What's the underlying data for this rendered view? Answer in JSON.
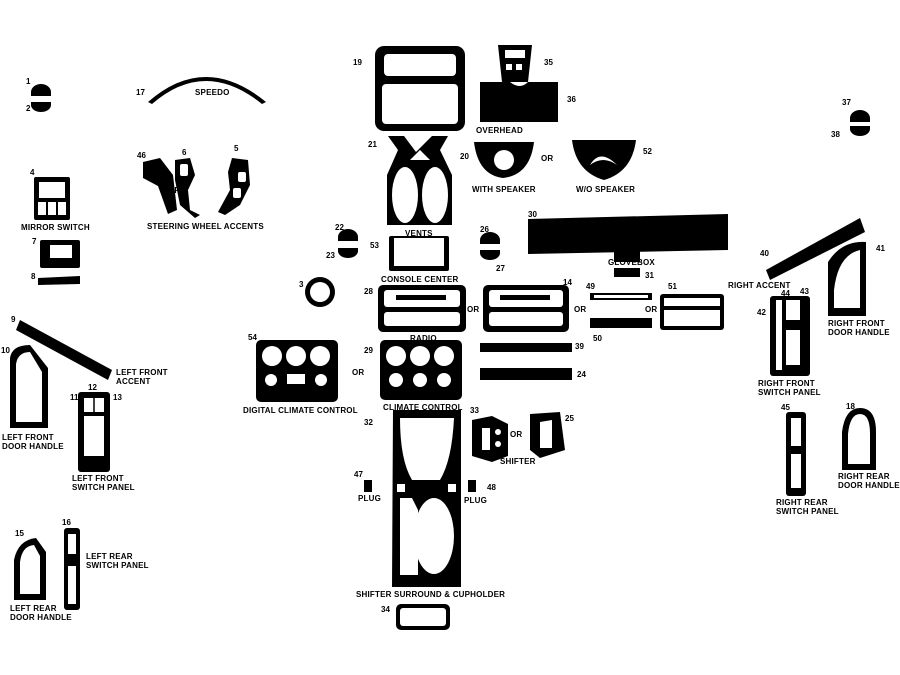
{
  "colors": {
    "part": "#000000",
    "background": "#ffffff",
    "cutout": "#ffffff"
  },
  "part_numbers": [
    "1",
    "2",
    "3",
    "4",
    "5",
    "6",
    "7",
    "8",
    "9",
    "10",
    "11",
    "12",
    "13",
    "14",
    "15",
    "16",
    "17",
    "18",
    "19",
    "20",
    "21",
    "22",
    "23",
    "24",
    "25",
    "26",
    "27",
    "28",
    "29",
    "30",
    "31",
    "32",
    "33",
    "34",
    "35",
    "36",
    "37",
    "38",
    "39",
    "40",
    "41",
    "42",
    "43",
    "44",
    "45",
    "46",
    "47",
    "48",
    "49",
    "50",
    "51",
    "52",
    "53",
    "54"
  ],
  "labels": {
    "speedo": "SPEEDO",
    "mirror_switch": "MIRROR SWITCH",
    "steering_wheel_accents": "STEERING WHEEL ACCENTS",
    "overhead": "OVERHEAD",
    "with_speaker": "WITH SPEAKER",
    "wo_speaker": "W/O SPEAKER",
    "vents": "VENTS",
    "console_center": "CONSOLE CENTER",
    "glovebox": "GLOVEBOX",
    "right_accent": "RIGHT ACCENT",
    "radio": "RADIO",
    "left_front_accent_1": "LEFT FRONT",
    "left_front_accent_2": "ACCENT",
    "right_front_door_handle_1": "RIGHT FRONT",
    "right_front_door_handle_2": "DOOR HANDLE",
    "digital_climate_control": "DIGITAL CLIMATE CONTROL",
    "climate_control": "CLIMATE CONTROL",
    "left_front_door_handle_1": "LEFT FRONT",
    "left_front_door_handle_2": "DOOR HANDLE",
    "left_front_switch_panel_1": "LEFT FRONT",
    "left_front_switch_panel_2": "SWITCH PANEL",
    "right_front_switch_panel_1": "RIGHT FRONT",
    "right_front_switch_panel_2": "SWITCH PANEL",
    "shifter": "SHIFTER",
    "plug_left": "PLUG",
    "plug_right": "PLUG",
    "right_rear_switch_panel_1": "RIGHT REAR",
    "right_rear_switch_panel_2": "SWITCH PANEL",
    "right_rear_door_handle_1": "RIGHT REAR",
    "right_rear_door_handle_2": "DOOR HANDLE",
    "left_rear_switch_panel_1": "LEFT REAR",
    "left_rear_switch_panel_2": "SWITCH PANEL",
    "left_rear_door_handle_1": "LEFT REAR",
    "left_rear_door_handle_2": "DOOR HANDLE",
    "shifter_surround_cupholder": "SHIFTER SURROUND & CUPHOLDER",
    "or": "OR"
  }
}
